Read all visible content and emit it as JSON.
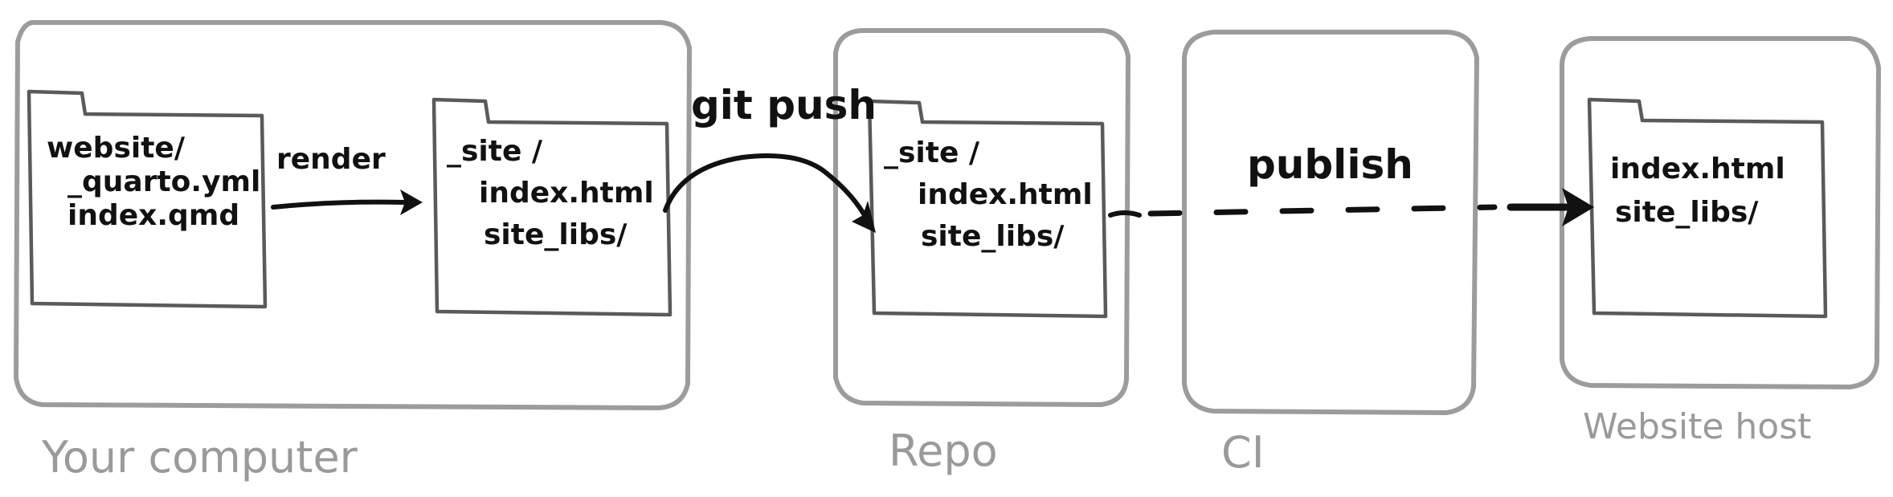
{
  "environments": {
    "computer": "Your computer",
    "repo": "Repo",
    "ci": "CI",
    "host": "Website host"
  },
  "folders": {
    "source": [
      "website/",
      "_quarto.yml",
      "index.qmd"
    ],
    "local_site": [
      "_site /",
      "index.html",
      "site_libs/"
    ],
    "repo_site": [
      "_site /",
      "index.html",
      "site_libs/"
    ],
    "host_site": [
      "index.html",
      "site_libs/"
    ]
  },
  "steps": {
    "render": "render",
    "git_push": "git push",
    "publish": "publish"
  },
  "colors": {
    "environment_outline": "#9c9c9c",
    "folder_outline": "#5a5a5a",
    "ink": "#111111",
    "caption": "#9a9a9a"
  }
}
